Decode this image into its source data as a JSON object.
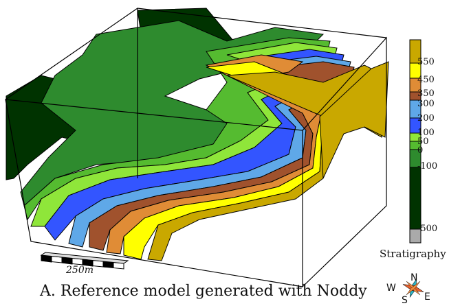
{
  "caption": "A. Reference model generated with Noddy",
  "legend": {
    "title": "Stratigraphy",
    "ticks": [
      "550",
      "450",
      "350",
      "300",
      "200",
      "100",
      "50",
      "0",
      "-100",
      "-500"
    ],
    "colors": [
      "#c9a800",
      "#ffff00",
      "#e08c36",
      "#a0522d",
      "#5fa8e8",
      "#3355ff",
      "#8fe63a",
      "#55bb30",
      "#2e8b2e",
      "#003300",
      "#aaaaaa"
    ]
  },
  "scale_bar": {
    "label": "250m"
  },
  "compass": {
    "n": "N",
    "s": "S",
    "e": "E",
    "w": "W"
  }
}
